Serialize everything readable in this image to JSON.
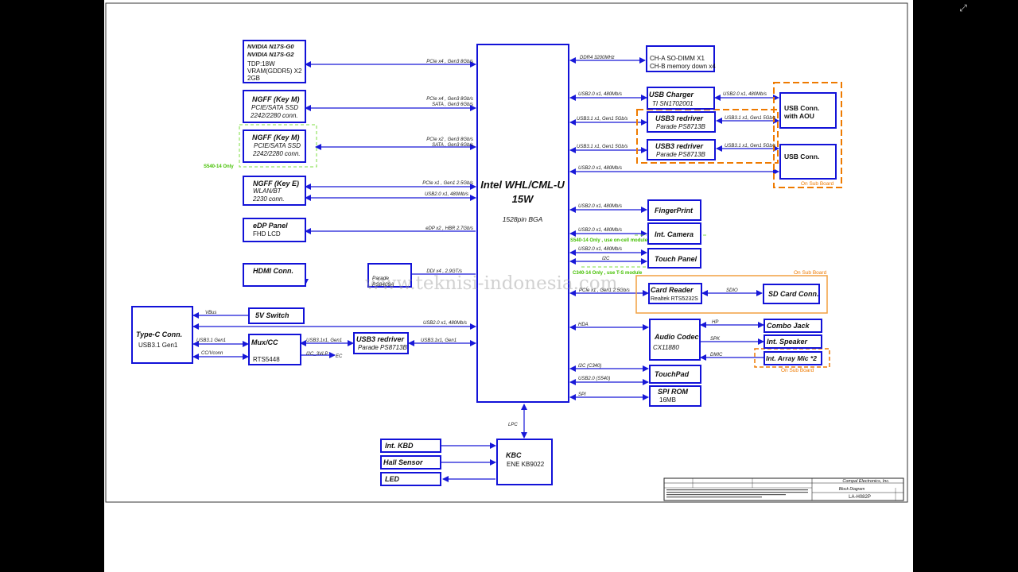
{
  "cpu": {
    "title1": "Intel WHL/CML-U",
    "title2": "15W",
    "package": "1528pin BGA"
  },
  "blocks": {
    "gpu": {
      "l1": "NVIDIA N17S-G0",
      "l2": "NVIDIA N17S-G2",
      "l3": "TDP:18W",
      "l4": "VRAM(GDDR5) X2",
      "l5": "2GB"
    },
    "ngff_m1": {
      "title": "NGFF (Key M)",
      "l2": "PCIE/SATA  SSD",
      "l3": "2242/2280  conn."
    },
    "ngff_m2": {
      "title": "NGFF (Key M)",
      "l2": "PCIE/SATA  SSD",
      "l3": "2242/2280  conn."
    },
    "ngff_e": {
      "title": "NGFF (Key E)",
      "l2": "WLAN/BT",
      "l3": "2230  conn."
    },
    "edp": {
      "title": "eDP Panel",
      "l2": "FHD LCD"
    },
    "hdmi": {
      "title": "HDMI Conn."
    },
    "parade": {
      "l1": "Parade",
      "l2": "PS8409A"
    },
    "typec": {
      "title": "Type-C  Conn.",
      "l2": "USB3.1 Gen1"
    },
    "sw5v": {
      "title": "5V Switch"
    },
    "mux": {
      "title": "Mux/CC",
      "l2": "RTS5448"
    },
    "redrv_c": {
      "title": "USB3 redriver",
      "l2": "Parade  PS8713B"
    },
    "dimm": {
      "l1": "CH-A SO-DIMM X1",
      "l2": "CH-B memory down x4"
    },
    "usbchg": {
      "title": "USB Charger",
      "l2": "TI SN1702001"
    },
    "redrv1": {
      "title": "USB3 redriver",
      "l2": "Parade  PS8713B"
    },
    "redrv2": {
      "title": "USB3 redriver",
      "l2": "Parade  PS8713B"
    },
    "usbaou": {
      "l1": "USB Conn.",
      "l2": "with AOU"
    },
    "usbconn": {
      "title": "USB Conn."
    },
    "finger": {
      "title": "FingerPrint"
    },
    "camera": {
      "title": "Int. Camera"
    },
    "touch": {
      "title": "Touch Panel"
    },
    "cardrd": {
      "title": "Card Reader",
      "l2": "Realtek  RTS5232S"
    },
    "sdcard": {
      "title": "SD Card Conn."
    },
    "audio": {
      "title": "Audio Codec",
      "l2": "CX11880"
    },
    "combo": {
      "title": "Combo Jack"
    },
    "speaker": {
      "title": "Int. Speaker"
    },
    "mic": {
      "title": "Int. Array Mic *2"
    },
    "touchpad": {
      "title": "TouchPad"
    },
    "spirom": {
      "title": "SPI ROM",
      "l2": "16MB"
    },
    "kbd": {
      "title": "Int. KBD"
    },
    "hall": {
      "title": "Hall Sensor"
    },
    "led": {
      "title": "LED"
    },
    "kbc": {
      "title": "KBC",
      "l2": "ENE KB9022"
    }
  },
  "signals": {
    "gpu": "PCIe x4 , Gen3 8Gb/s",
    "ngff1a": "PCIe x4 , Gen3 8Gb/s",
    "ngff1b": "SATA , Gen3 6Gb/s",
    "ngff2a": "PCIe x2 , Gen3 8Gb/s",
    "ngff2b": "SATA , Gen3 6Gb/s",
    "ngffe1": "PCIe x1 , Gen1 2.5Gb/s",
    "ngffe2": "USB2.0 x1, 480Mb/s",
    "edp": "eDP x2 , HBR 2.7Gb/s",
    "ddi": "DDI x4 , 2.9GT/s",
    "vbus": "VBus",
    "usbc20": "USB2.0 x1, 480Mb/s",
    "usb31gen1a": "USB3.1 Gen1",
    "ccvconn": "CC/Vconn",
    "usb31x1a": "USB3.1x1, Gen1",
    "i2c3vlp": "I2C_3VLP",
    "ec": "EC",
    "usb31x1b": "USB3.1x1, Gen1",
    "ddr4": "DDR4 3200MHz",
    "chg_in": "USB2.0 x1, 480Mb/s",
    "chg_out": "USB2.0 x1, 480Mb/s",
    "rd1_in": "USB3.1 x1, Gen1 5Gb/s",
    "rd1_out": "USB3.1 x1, Gen1 5Gb/s",
    "rd2_in": "USB3.1 x1, Gen1 5Gb/s",
    "rd2_out": "USB3.1 x1, Gen1 5Gb/s",
    "usb20c": "USB2.0 x1, 480Mb/s",
    "finger": "USB2.0 x1, 480Mb/s",
    "camera": "USB2.0 x1, 480Mb/s",
    "touch_usb": "USB2.0 x1, 480Mb/s",
    "i2c": "I2C",
    "cardrd": "PCIe x1 , Gen1 2.5Gb/s",
    "sdio": "SDIO",
    "hda": "HDA",
    "hp": "HP",
    "spk": "SPK",
    "dmic": "DMIC",
    "tp_i2c": "I2C (C340)",
    "tp_usb": "USB2.0 (S540)",
    "spi": "SPI",
    "lpc": "LPC"
  },
  "notes": {
    "s540_ngff": "S540-14 Only",
    "s540_cam": "S540-14 Only , use on-cell module",
    "c340_touch": "C340-14 Only , use T-S module",
    "sub1": "On Sub Board",
    "sub2": "On Sub Board",
    "sub3": "On Sub Board"
  },
  "watermark": "www.teknisi-indonesia.com",
  "titleblock": {
    "company": "Compal Electronics, Inc.",
    "doc": "Block Diagram",
    "model": "LA-H082P"
  },
  "colors": {
    "line": "#1818d8",
    "note_green": "#44c000",
    "note_orange": "#ee7a00"
  }
}
